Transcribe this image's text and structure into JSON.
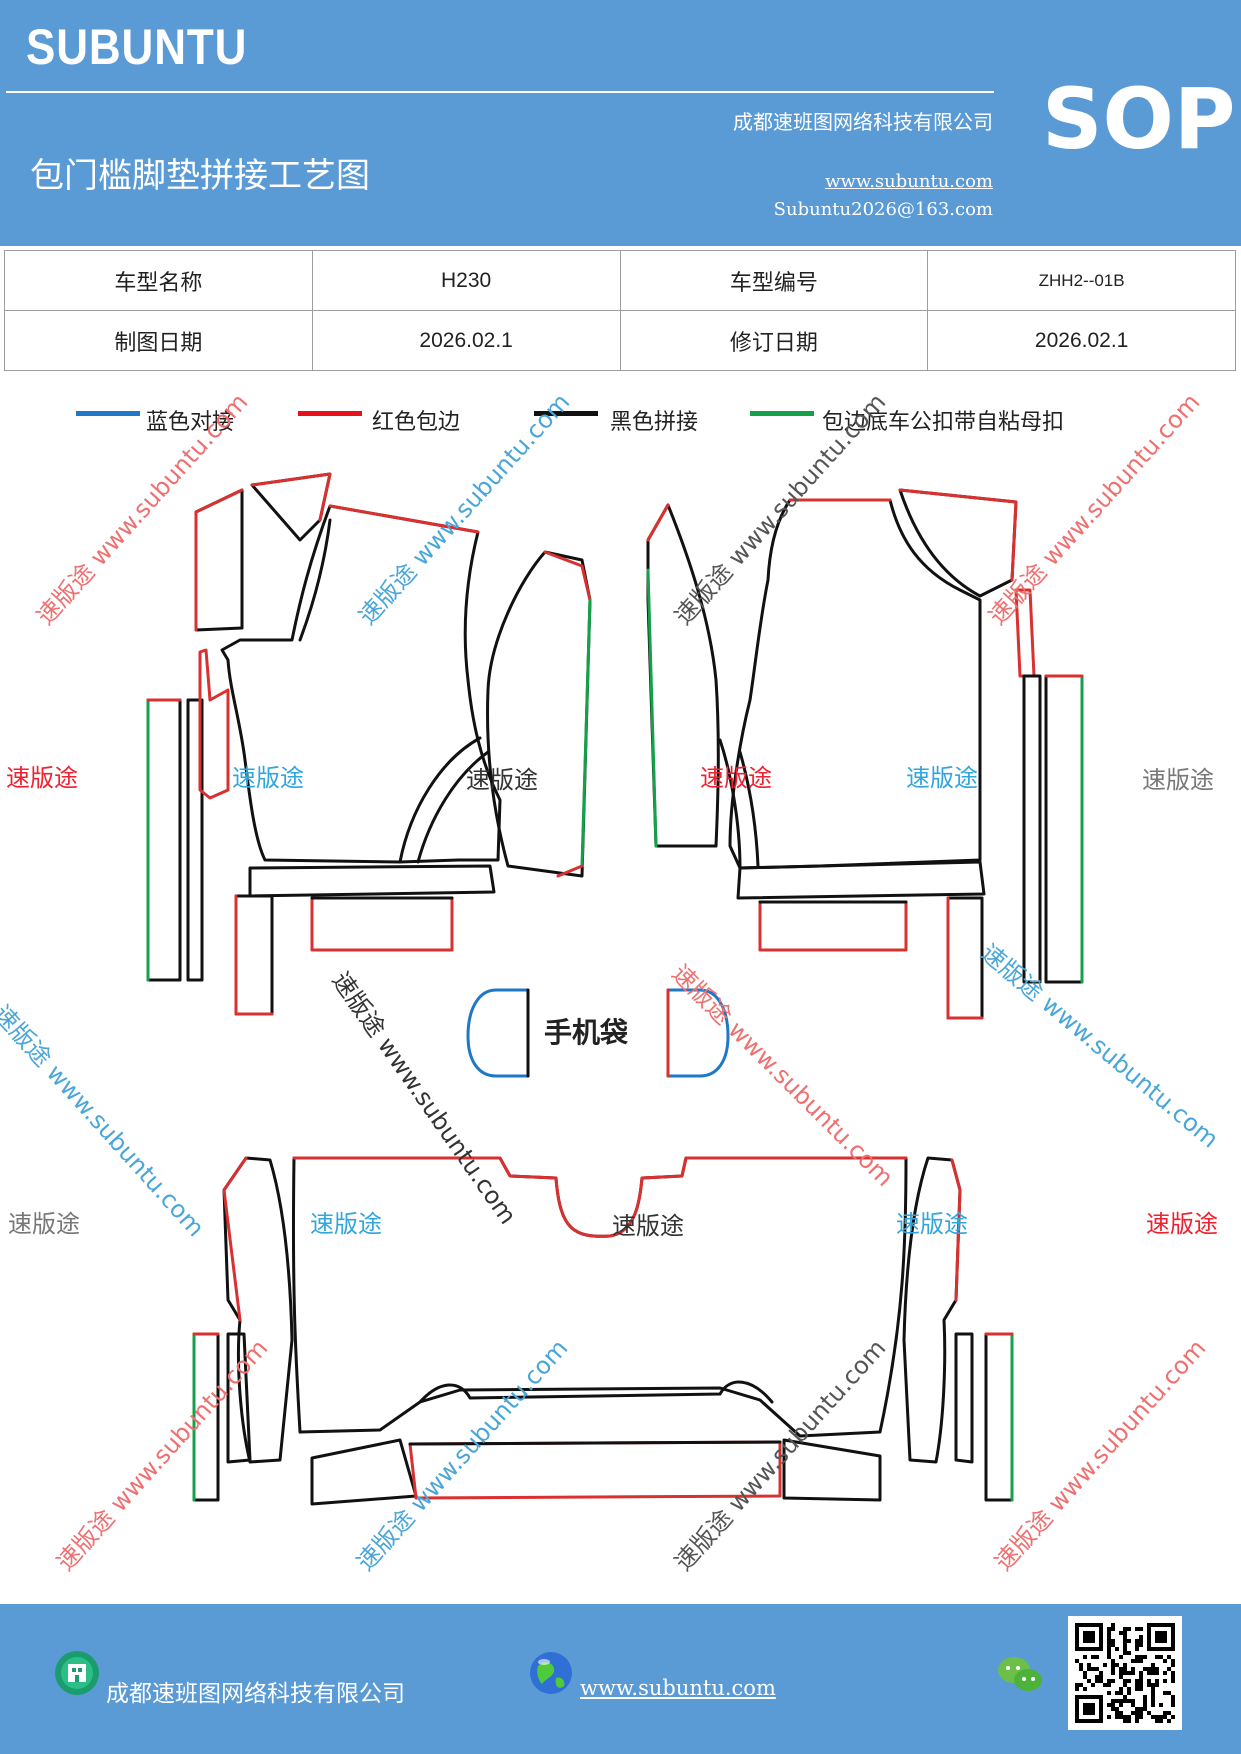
{
  "header": {
    "brand": "SUBUNTU",
    "company": "成都速班图网络科技有限公司",
    "title": "包门槛脚垫拼接工艺图",
    "website": "www.subuntu.com",
    "email": "Subuntu2026@163.com",
    "badge": "SOP"
  },
  "info_table": {
    "rows": [
      [
        {
          "label": "车型名称",
          "value": "H230"
        },
        {
          "label": "车型编号",
          "value": "ZHH2--01B"
        }
      ],
      [
        {
          "label": "制图日期",
          "value": "2026.02.1"
        },
        {
          "label": "修订日期",
          "value": "2026.02.1"
        }
      ]
    ]
  },
  "legend": [
    {
      "label": "蓝色对接",
      "color": "#1f77c8"
    },
    {
      "label": "红色包边",
      "color": "#e8101a"
    },
    {
      "label": "黑色拼接",
      "color": "#111111"
    },
    {
      "label": "包边底车公扣带自粘母扣",
      "color": "#15a04a"
    }
  ],
  "diagram": {
    "phone_pocket_label": "手机袋",
    "watermark_cn": "速版途",
    "watermark_long": "速版途 www.subuntu.com",
    "colors": {
      "blue": "#1f77c8",
      "red": "#d93030",
      "black": "#111111",
      "green": "#15a04a",
      "wm_red": "#ee2230",
      "wm_blue": "#32a6dc",
      "wm_gray": "#777777"
    }
  },
  "footer": {
    "company": "成都速班图网络科技有限公司",
    "website": "www.subuntu.com"
  }
}
